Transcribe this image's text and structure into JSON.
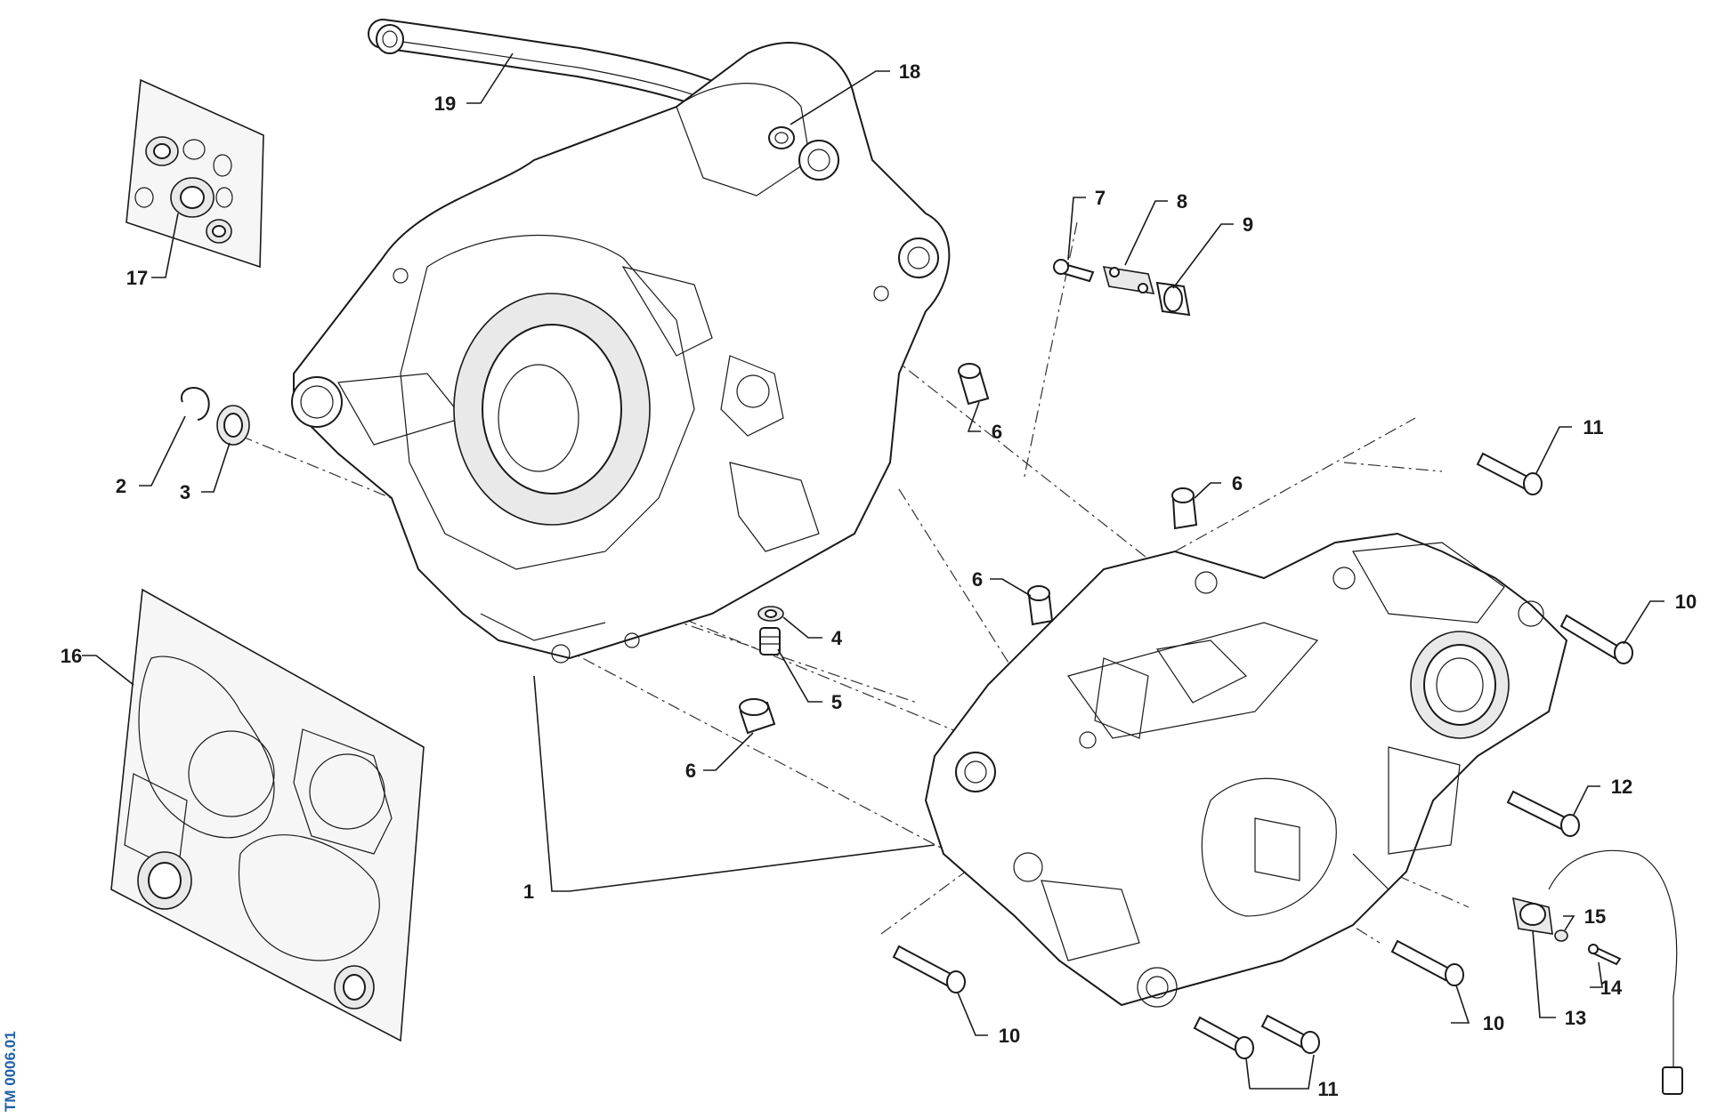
{
  "diagram": {
    "drawing_code": "TM 0006.01",
    "accent_color": "#1f5fa8",
    "callouts": [
      {
        "id": "c1",
        "label": "1"
      },
      {
        "id": "c2",
        "label": "2"
      },
      {
        "id": "c3",
        "label": "3"
      },
      {
        "id": "c4",
        "label": "4"
      },
      {
        "id": "c5",
        "label": "5"
      },
      {
        "id": "c6a",
        "label": "6"
      },
      {
        "id": "c6b",
        "label": "6"
      },
      {
        "id": "c6c",
        "label": "6"
      },
      {
        "id": "c6d",
        "label": "6"
      },
      {
        "id": "c7",
        "label": "7"
      },
      {
        "id": "c8",
        "label": "8"
      },
      {
        "id": "c9",
        "label": "9"
      },
      {
        "id": "c10a",
        "label": "10"
      },
      {
        "id": "c10b",
        "label": "10"
      },
      {
        "id": "c10c",
        "label": "10"
      },
      {
        "id": "c11a",
        "label": "11"
      },
      {
        "id": "c11b",
        "label": "11"
      },
      {
        "id": "c12",
        "label": "12"
      },
      {
        "id": "c13",
        "label": "13"
      },
      {
        "id": "c14",
        "label": "14"
      },
      {
        "id": "c15",
        "label": "15"
      },
      {
        "id": "c16",
        "label": "16"
      },
      {
        "id": "c17",
        "label": "17"
      },
      {
        "id": "c18",
        "label": "18"
      },
      {
        "id": "c19",
        "label": "19"
      }
    ]
  }
}
